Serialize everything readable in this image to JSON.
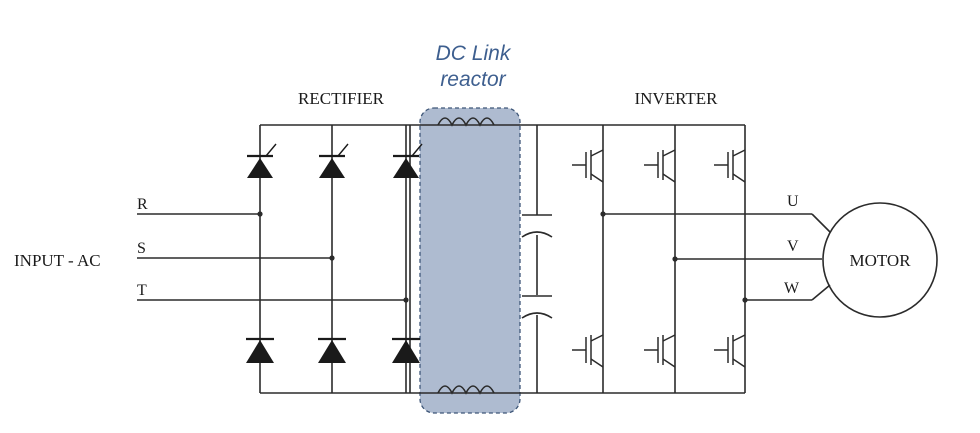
{
  "labels": {
    "dc_link_line1": "DC Link",
    "dc_link_line2": "reactor",
    "rectifier": "RECTIFIER",
    "inverter": "INVERTER",
    "input": "INPUT - AC",
    "phase_r": "R",
    "phase_s": "S",
    "phase_t": "T",
    "out_u": "U",
    "out_v": "V",
    "out_w": "W",
    "motor": "MOTOR"
  },
  "colors": {
    "line": "#2b2b2b",
    "reactor_fill": "#aebbd0",
    "reactor_border": "#3e5678",
    "dc_link_text": "#3e5f8f"
  }
}
